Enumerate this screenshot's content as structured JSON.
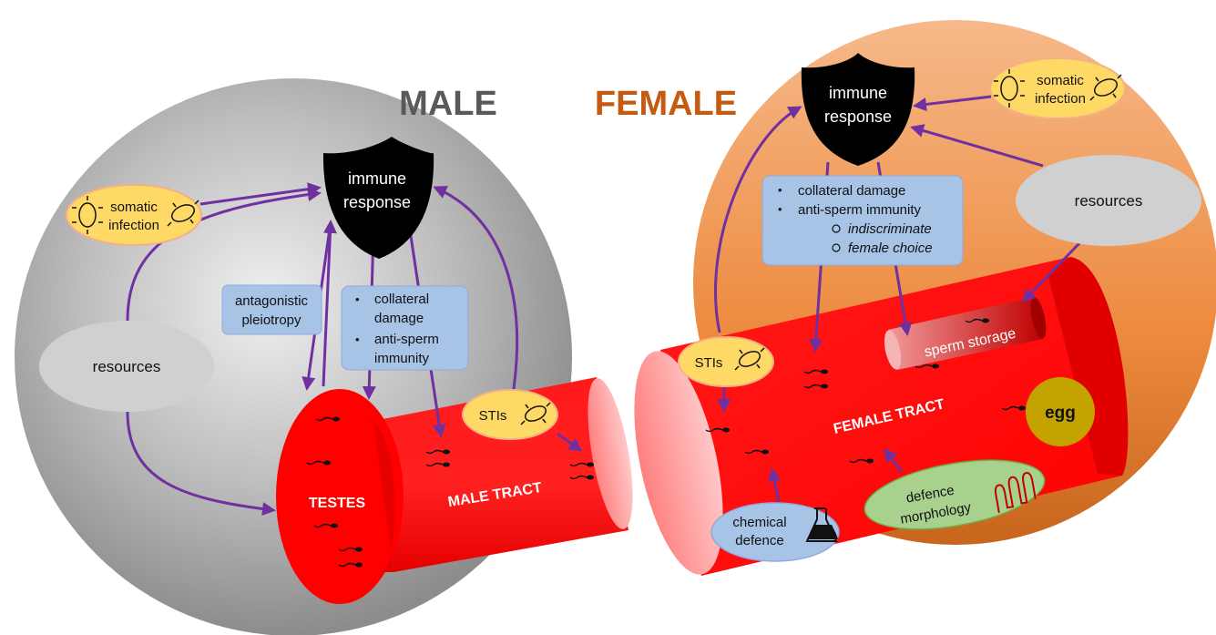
{
  "male": {
    "title": "MALE",
    "title_color": "#595959",
    "immune_response": [
      "immune",
      "response"
    ],
    "somatic_infection": [
      "somatic",
      "infection"
    ],
    "resources": "resources",
    "antagonistic_pleiotropy": [
      "antagonistic",
      "pleiotropy"
    ],
    "damage_box": [
      "collateral",
      "damage",
      "anti-sperm",
      "immunity"
    ],
    "stis": "STIs",
    "testes": "TESTES",
    "tract": "MALE TRACT"
  },
  "female": {
    "title": "FEMALE",
    "title_color": "#c55a11",
    "immune_response": [
      "immune",
      "response"
    ],
    "somatic_infection": [
      "somatic",
      "infection"
    ],
    "resources": "resources",
    "damage_box": [
      "collateral damage",
      "anti-sperm immunity",
      "indiscriminate",
      "female choice"
    ],
    "stis": "STIs",
    "sperm_storage": "sperm storage",
    "tract": "FEMALE TRACT",
    "egg": "egg",
    "chemical_defence": [
      "chemical",
      "defence"
    ],
    "defence_morphology": [
      "defence",
      "morphology"
    ]
  },
  "colors": {
    "arrow": "#7030a0",
    "tract_red": "#ff0000",
    "box_blue": "#a7c4e6",
    "infection_yellow": "#ffd966",
    "resources_gray": "#d0d0d0",
    "egg": "#c9a800",
    "morphology_green": "#a9d18e"
  }
}
